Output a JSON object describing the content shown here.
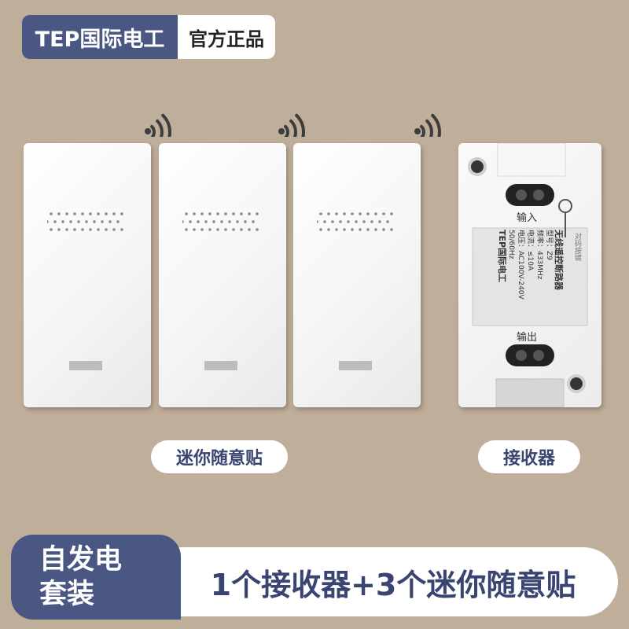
{
  "badge": {
    "brand": "TEP国际电工",
    "authentic": "官方正品"
  },
  "remotes": {
    "label": "迷你随意贴",
    "icon": "wifi-icon"
  },
  "receiver": {
    "label": "接收器",
    "input": "输入",
    "output": "输出",
    "brand_vertical": "TEP国际电工",
    "title_vertical": "无线遥控断路器",
    "pair_text": "对码按键",
    "spec_model": "型号：Z9",
    "spec_freq": "频率：433MHz",
    "spec_current": "电流：≤10A",
    "spec_voltage": "电压：AC100V-240V",
    "spec_hz": "50/60Hz"
  },
  "footer": {
    "tag_line1": "自发电",
    "tag_line2": "套装",
    "main": "1个接收器+3个迷你随意贴"
  },
  "colors": {
    "accent": "#4a5783",
    "background": "#bfae99"
  }
}
